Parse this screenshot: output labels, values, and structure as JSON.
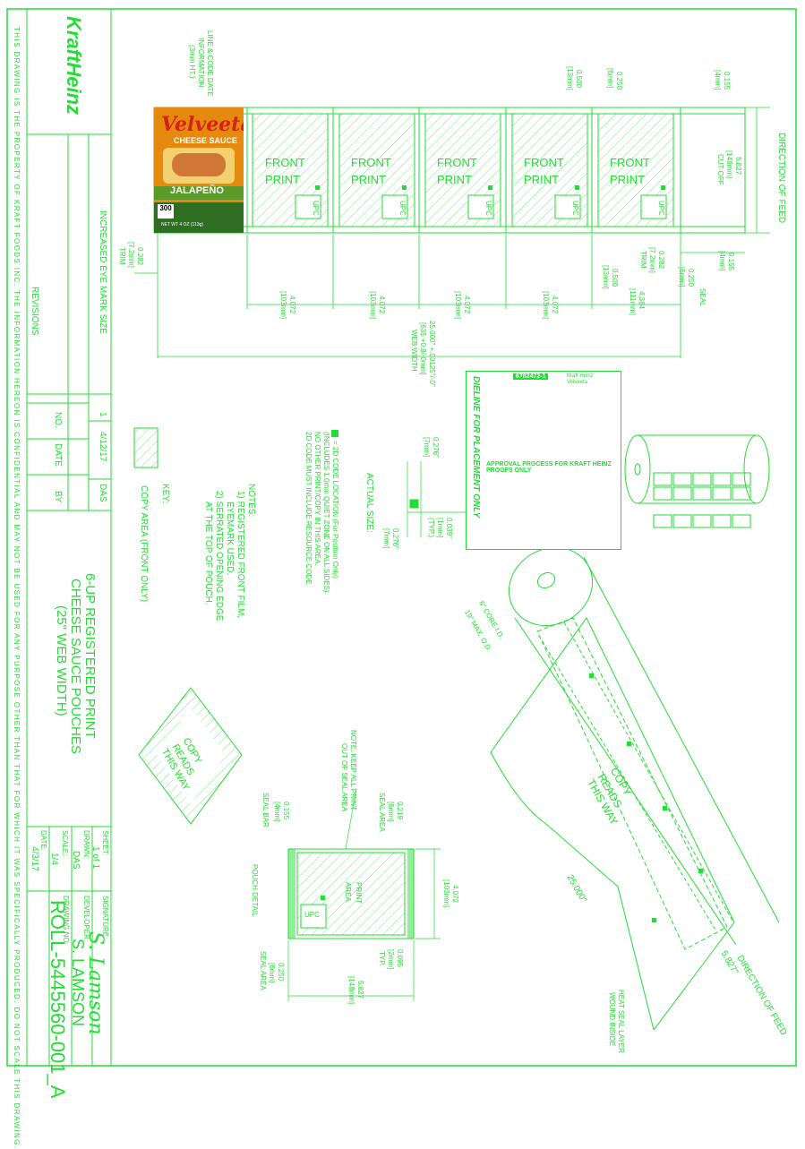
{
  "colors": {
    "line": "#22dd33",
    "hatch": "#7de38a",
    "velveeta_red": "#d6221a",
    "velveeta_orange": "#e58a0e"
  },
  "disclaimer": "THIS DRAWING IS THE PROPERTY OF KRAFT FOODS INC. THE INFORMATION HEREON IS CONFIDENTIAL AND MAY NOT BE USED FOR ANY PURPOSE OTHER THAN THAT FOR WHICH IT WAS SPECIFICALLY PRODUCED. DO NOT SCALE THIS DRAWING.",
  "title_block": {
    "logo": "KraftHeinz",
    "revisions_label": "REVISIONS",
    "rev_no_label": "NO.",
    "rev_date_label": "DATE",
    "rev_by_label": "BY",
    "rev_description": "INCREASED EYE MARK SIZE",
    "rev_no": "1",
    "rev_date": "4/12/17",
    "rev_by": "DAS",
    "title_lines": [
      "6-UP REGISTERED PRINT",
      "CHEESE SAUCE POUCHES",
      "(25\" WEB WIDTH)"
    ],
    "sheet_label": "SHEET:",
    "sheet_value": "1 of 1",
    "drawn_label": "DRAWN:",
    "drawn_value": "DAS",
    "scale_label": "SCALE:",
    "scale_value": "1/4",
    "date_label": "DATE:",
    "date_value": "4/3/17",
    "signature_label": "SIGNATURE:",
    "signature_value": "S. Lamson",
    "developer_label": "DEVELOPER:",
    "developer_value": "S. LAMSON",
    "drawing_no_label": "DRAWING NO:",
    "drawing_no_value": "ROLL-5445560-001_A"
  },
  "web": {
    "front_print_label": [
      "FRONT",
      "PRINT"
    ],
    "upc_label": "UPC",
    "line_code_label": [
      "LINE & CODE DATE",
      "INFORMATION",
      "(3mm HT.)"
    ],
    "dim_pitch": [
      "4.072",
      "[103mm]"
    ],
    "dim_last": [
      "4.384",
      "[111mm]"
    ],
    "dim_web_width": [
      "25.000\" +.03125\"/-0\"",
      "[635 +0.8/-0mm]",
      "WEB WIDTH"
    ],
    "dim_trim_left": [
      "0.282",
      "[7.2mm]",
      "TRIM"
    ],
    "dim_trim_right": [
      "0.282",
      "[7.2mm]",
      "TRIM"
    ],
    "dim_seal_right": [
      "0.250",
      "[6mm]",
      "SEAL"
    ],
    "dim_gap": [
      "0.500",
      "[13mm]"
    ],
    "dim_gap_top": [
      "0.500",
      "[13mm]"
    ],
    "dim_top_6": [
      "0.250",
      "[6mm]"
    ],
    "dim_155_top": [
      "0.155",
      "[4mm]"
    ],
    "dim_155_bot": [
      "0.155",
      "[4mm]"
    ],
    "dim_cutoff": [
      "5.827",
      "[148mm]",
      "CUT-OFF"
    ],
    "direction_of_feed": "DIRECTION OF FEED"
  },
  "product": {
    "brand": "Velveeta",
    "sub": "CHEESE SAUCE",
    "flavor": "JALAPEÑO",
    "net_wt": "NET WT 4 OZ (113g)",
    "calories": "300"
  },
  "proof": {
    "code": "6782472-1",
    "customer": [
      "Kraft Heinz",
      "Velveeta"
    ],
    "vertical": "DIELINE FOR PLACEMENT ONLY",
    "approval_title": "APPROVAL PROCESS FOR KRAFT HEINZ PROOFS ONLY",
    "swatch_colors": [
      "#111111",
      "#cc1122",
      "#ee7711",
      "#2255cc",
      "#ffdd00",
      "#ee33aa",
      "#22aa44"
    ]
  },
  "actual_size": {
    "label": "ACTUAL SIZE:",
    "dim_a": [
      "0.276\"",
      "[7mm]"
    ],
    "dim_b": [
      "0.039\"",
      "[1mm]",
      "(TYP.)"
    ],
    "dim_c": [
      "0.276\"",
      "[7mm]"
    ],
    "code_note": [
      "= 2D CODE LOCATION (For Position Only)",
      "(INCLUDES 1.0mm QUIET ZONE ON ALL SIDES)",
      "NO OTHER PRINT/COPY IN THIS AREA.",
      "2D CODE MUST INCLUDE RESOURCE CODE."
    ]
  },
  "key": {
    "label": "KEY:",
    "copy_area": "COPY AREA (FRONT ONLY)"
  },
  "notes": {
    "title": "NOTES:",
    "lines": [
      "1) REGISTERED FRONT FILM,",
      "EYEMARK USED.",
      "2) SERRATED OPENING EDGE",
      "AT THE TOP OF POUCH."
    ]
  },
  "roll": {
    "core": "6\" CORE I.D.",
    "od": "19\" MAX. O.D.",
    "copy_reads": [
      "COPY",
      "READS",
      "THIS WAY"
    ],
    "width": "25.000\"",
    "repeat": "5.827\"",
    "heat_seal": [
      "HEAT SEAL LAYER",
      "WOUND INSIDE"
    ],
    "direction_of_feed": "DIRECTION OF FEED"
  },
  "diamond": {
    "copy_reads": [
      "COPY",
      "READS",
      "THIS WAY"
    ]
  },
  "pouch_detail": {
    "label": "POUCH DETAIL",
    "note": [
      "NOTE: KEEP ALL PRINT",
      "OUT OF SEAL AREA"
    ],
    "print_area": [
      "PRINT",
      "AREA"
    ],
    "upc": "UPC",
    "dim_seal_bar": [
      "0.155",
      "[4mm]",
      "SEAL BAR"
    ],
    "dim_seal_area_top": [
      "0.219",
      "[6mm]",
      "SEAL AREA"
    ],
    "dim_width": [
      "4.072",
      "[103mm]"
    ],
    "dim_typ": [
      "0.095",
      "[2mm]",
      "TYP."
    ],
    "dim_seal_area_bot": [
      "0.250",
      "[6mm]",
      "SEAL AREA"
    ],
    "dim_height": [
      "5.827",
      "[148mm]"
    ]
  }
}
